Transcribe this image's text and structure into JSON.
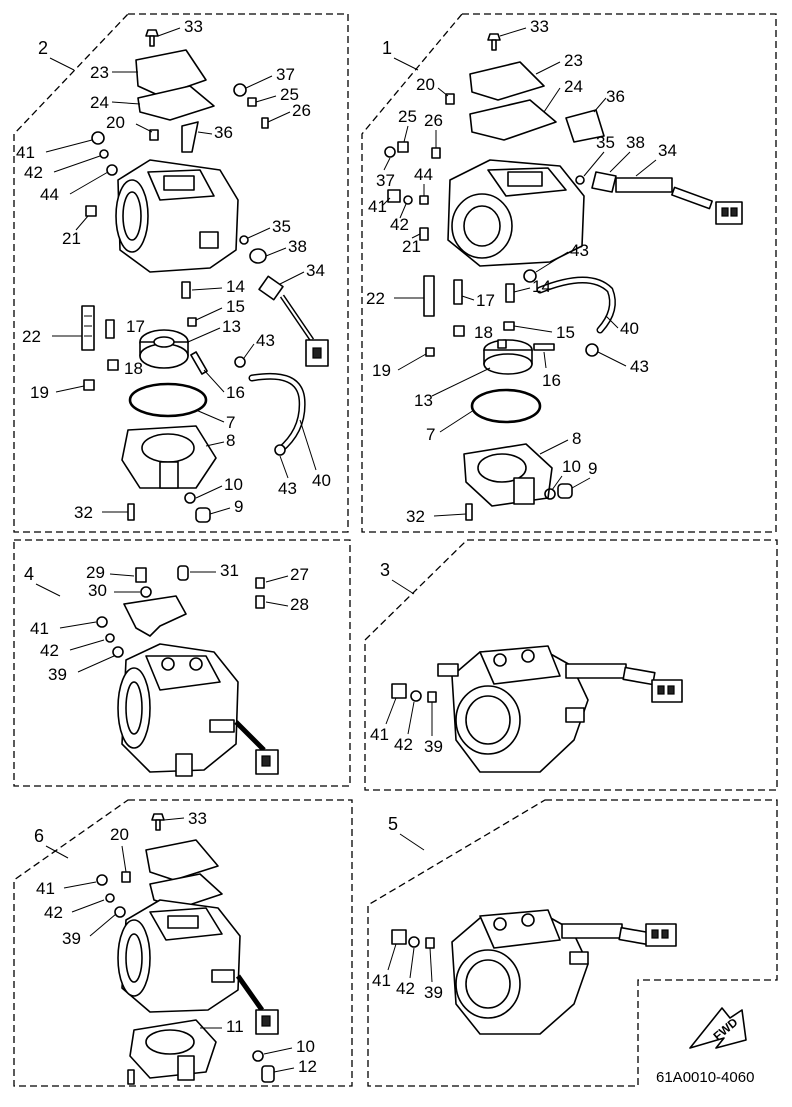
{
  "groups": {
    "g1": {
      "label": "1"
    },
    "g2": {
      "label": "2"
    },
    "g3": {
      "label": "3"
    },
    "g4": {
      "label": "4"
    },
    "g5": {
      "label": "5"
    },
    "g6": {
      "label": "6"
    }
  },
  "callouts": {
    "g2": [
      "33",
      "23",
      "24",
      "37",
      "25",
      "26",
      "41",
      "20",
      "36",
      "42",
      "44",
      "21",
      "35",
      "38",
      "34",
      "14",
      "15",
      "22",
      "17",
      "13",
      "43",
      "18",
      "16",
      "19",
      "7",
      "8",
      "43",
      "40",
      "10",
      "32",
      "9"
    ],
    "g1": [
      "33",
      "23",
      "20",
      "24",
      "36",
      "25",
      "26",
      "35",
      "38",
      "34",
      "37",
      "44",
      "41",
      "42",
      "21",
      "43",
      "22",
      "17",
      "14",
      "40",
      "18",
      "15",
      "19",
      "43",
      "16",
      "13",
      "7",
      "8",
      "10",
      "9",
      "32"
    ],
    "g4": [
      "29",
      "31",
      "30",
      "27",
      "28",
      "41",
      "42",
      "39"
    ],
    "g3": [
      "41",
      "42",
      "39"
    ],
    "g6": [
      "33",
      "20",
      "41",
      "42",
      "39",
      "11",
      "10",
      "12"
    ],
    "g5": [
      "41",
      "42",
      "39"
    ]
  },
  "fwd_label": "FWD",
  "diagram_code": "61A0010-4060"
}
